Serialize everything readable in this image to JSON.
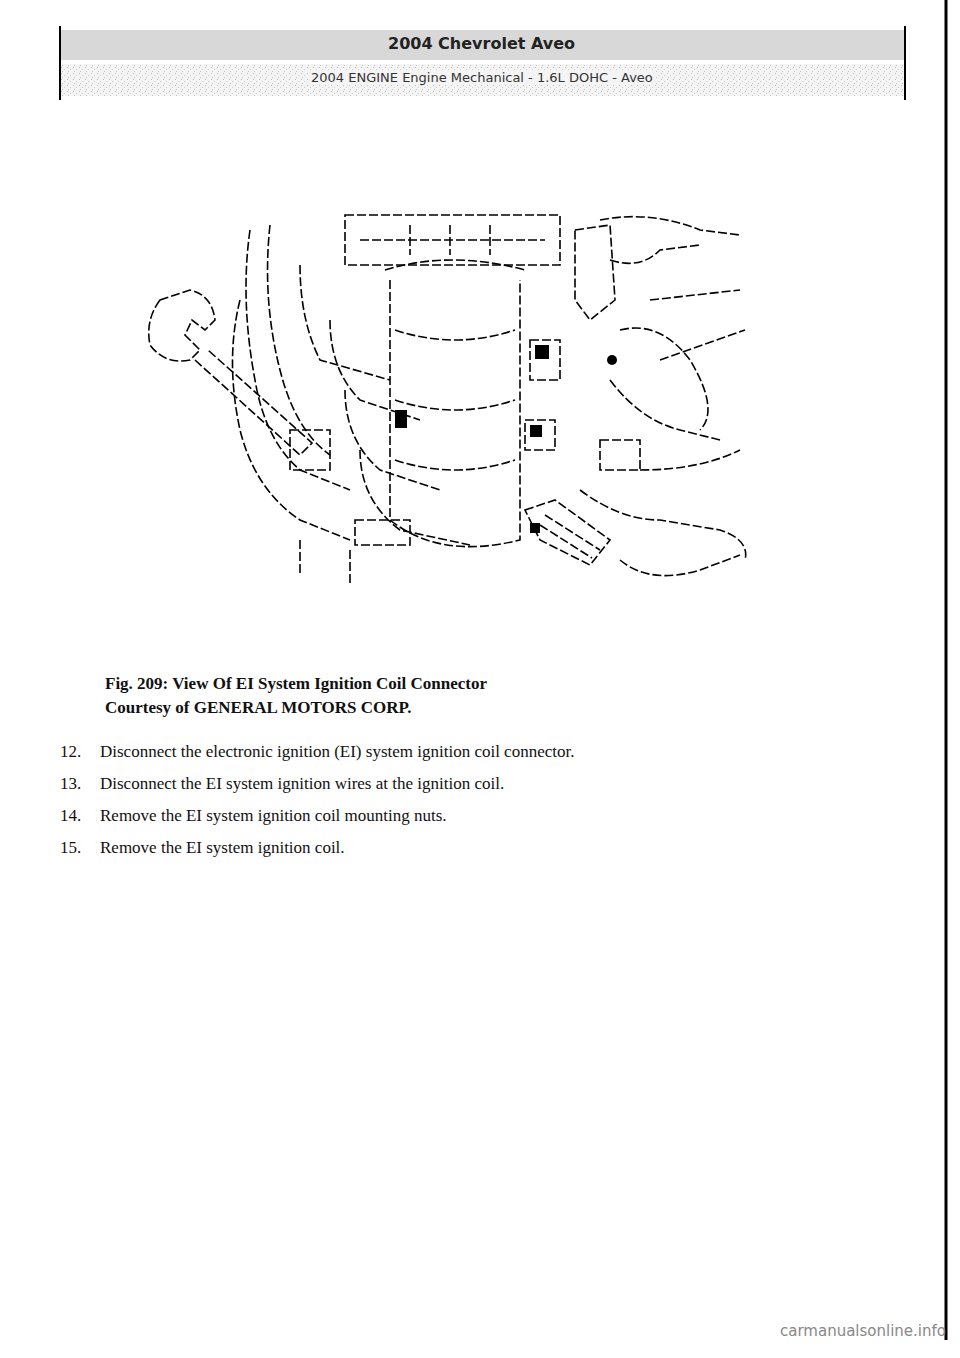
{
  "diagram": {
    "title": "2004 Chevrolet Aveo",
    "caption": "Fig. 209: View Of EI System Ignition Coil Connector",
    "labels": [
      "2004 ENGINE Engine Mechanical - 1.6L DOHC - Aveo",
      "Courtesy of GENERAL MOTORS CORP.",
      "12.",
      "Disconnect the electronic ignition (EI) system ignition coil connector.",
      "13.",
      "Disconnect the EI system ignition wires at the ignition coil.",
      "14.",
      "Remove the EI system ignition coil mounting nuts.",
      "15.",
      "Remove the EI system ignition coil.",
      "carmanualsonline.info"
    ]
  }
}
